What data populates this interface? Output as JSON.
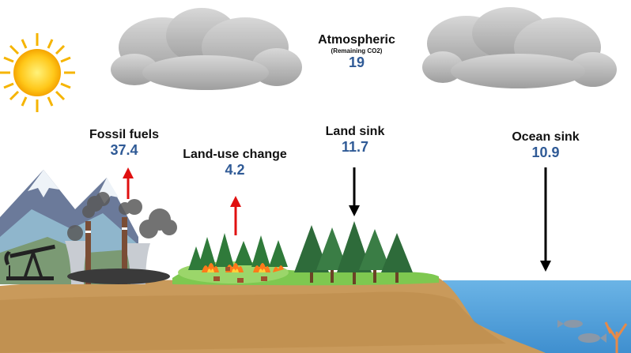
{
  "atmosphere": {
    "title": "Atmospheric",
    "subtitle": "(Remaining CO2)",
    "value": "19"
  },
  "flows": {
    "fossil_fuels": {
      "label": "Fossil fuels",
      "value": "37.4",
      "direction": "up",
      "arrow_color": "#e01010"
    },
    "land_use_change": {
      "label": "Land-use change",
      "value": "4.2",
      "direction": "up",
      "arrow_color": "#e01010"
    },
    "land_sink": {
      "label": "Land sink",
      "value": "11.7",
      "direction": "down",
      "arrow_color": "#000000"
    },
    "ocean_sink": {
      "label": "Ocean sink",
      "value": "10.9",
      "direction": "down",
      "arrow_color": "#000000"
    }
  },
  "icons": [
    "sun-icon",
    "cloud-icon",
    "mountain-icon",
    "oil-pump-icon",
    "power-plant-icon",
    "forest-fire-icon",
    "tree-icon",
    "fish-icon",
    "coral-icon"
  ],
  "colors": {
    "value_text": "#2f5a96",
    "soil": "#c99a5b",
    "grass": "#7ec850",
    "ocean": "#5aa7dd"
  }
}
